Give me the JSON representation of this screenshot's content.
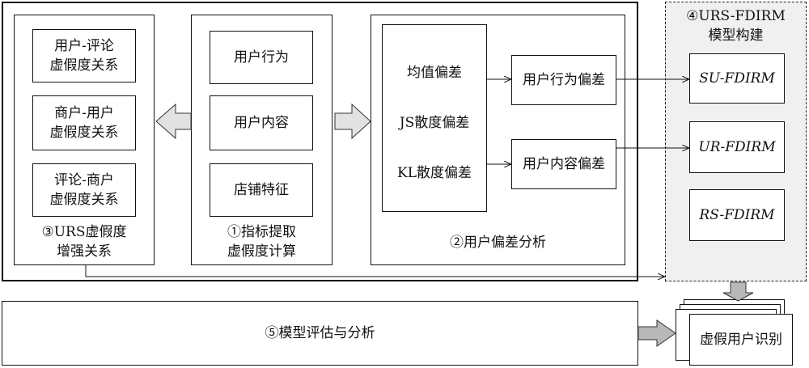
{
  "section_outer": {
    "items": [
      "用户-评论\n虚假度关系",
      "商户-用户\n虚假度关系",
      "评论-商户\n虚假度关系"
    ],
    "label": "③URS虚假度\n增强关系"
  },
  "section_indicator": {
    "items": [
      "用户行为",
      "用户内容",
      "店铺特征"
    ],
    "label": "①指标提取\n虚假度计算"
  },
  "section_deviation": {
    "metrics": [
      "均值偏差",
      "JS散度偏差",
      "KL散度偏差"
    ],
    "outputs": [
      "用户行为偏差",
      "用户内容偏差"
    ],
    "label": "②用户偏差分析"
  },
  "section_model": {
    "title": "④URS-FDIRM\n模型构建",
    "models": [
      "SU-FDIRM",
      "UR-FDIRM",
      "RS-FDIRM"
    ]
  },
  "section_eval": {
    "label": "⑤模型评估与分析"
  },
  "result": {
    "label": "虚假用户识别"
  }
}
